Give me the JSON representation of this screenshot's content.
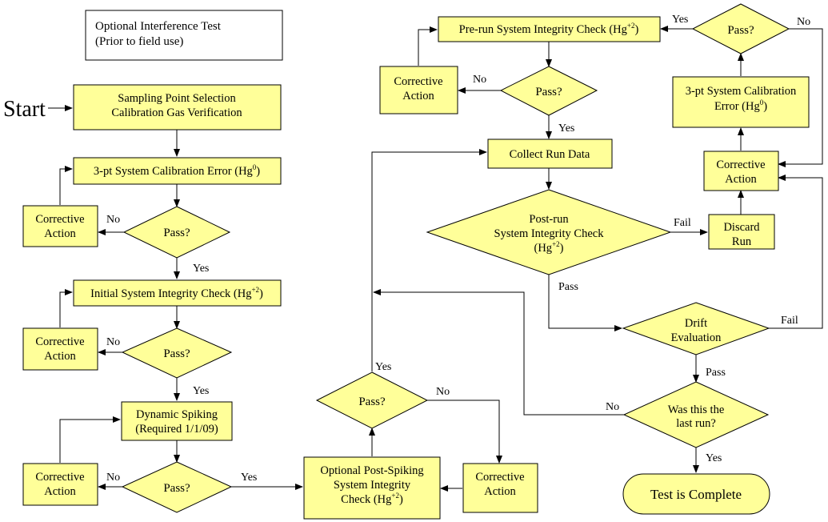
{
  "colors": {
    "fill": "#FFFF99",
    "stroke": "#000000",
    "background": "#FFFFFF"
  },
  "start": "Start",
  "optional_test": {
    "line1": "Optional Interference Test",
    "line2": "(Prior to field use)"
  },
  "sampling": {
    "line1": "Sampling Point Selection",
    "line2": "Calibration Gas Verification"
  },
  "cal_error_left": {
    "text": "3-pt System Calibration Error (Hg",
    "sup": "0",
    "tail": ")"
  },
  "initial_integrity": {
    "text": "Initial System Integrity Check (Hg",
    "sup": "+2",
    "tail": ")"
  },
  "dynamic_spiking": {
    "line1": "Dynamic Spiking",
    "line2": "(Required 1/1/09)"
  },
  "post_spiking": {
    "line1": "Optional Post-Spiking",
    "line2": "System Integrity",
    "line3": "Check (Hg",
    "sup": "+2",
    "tail": ")"
  },
  "prerun": {
    "text": "Pre-run System Integrity Check (Hg",
    "sup": "+2",
    "tail": ")"
  },
  "collect": "Collect Run Data",
  "postrun": {
    "line1": "Post-run",
    "line2": "System Integrity Check",
    "line3": "(Hg",
    "sup": "+2",
    "tail": ")"
  },
  "discard": {
    "line1": "Discard",
    "line2": "Run"
  },
  "cal_error_right": {
    "line1": "3-pt System Calibration",
    "line2": "Error (Hg",
    "sup": "0",
    "tail": ")"
  },
  "drift": {
    "line1": "Drift",
    "line2": "Evaluation"
  },
  "last_run": {
    "line1": "Was this the",
    "line2": "last run?"
  },
  "complete": "Test is Complete",
  "corrective": {
    "line1": "Corrective",
    "line2": "Action"
  },
  "pass_q": "Pass?",
  "labels": {
    "yes": "Yes",
    "no": "No",
    "fail": "Fail",
    "pass": "Pass"
  }
}
